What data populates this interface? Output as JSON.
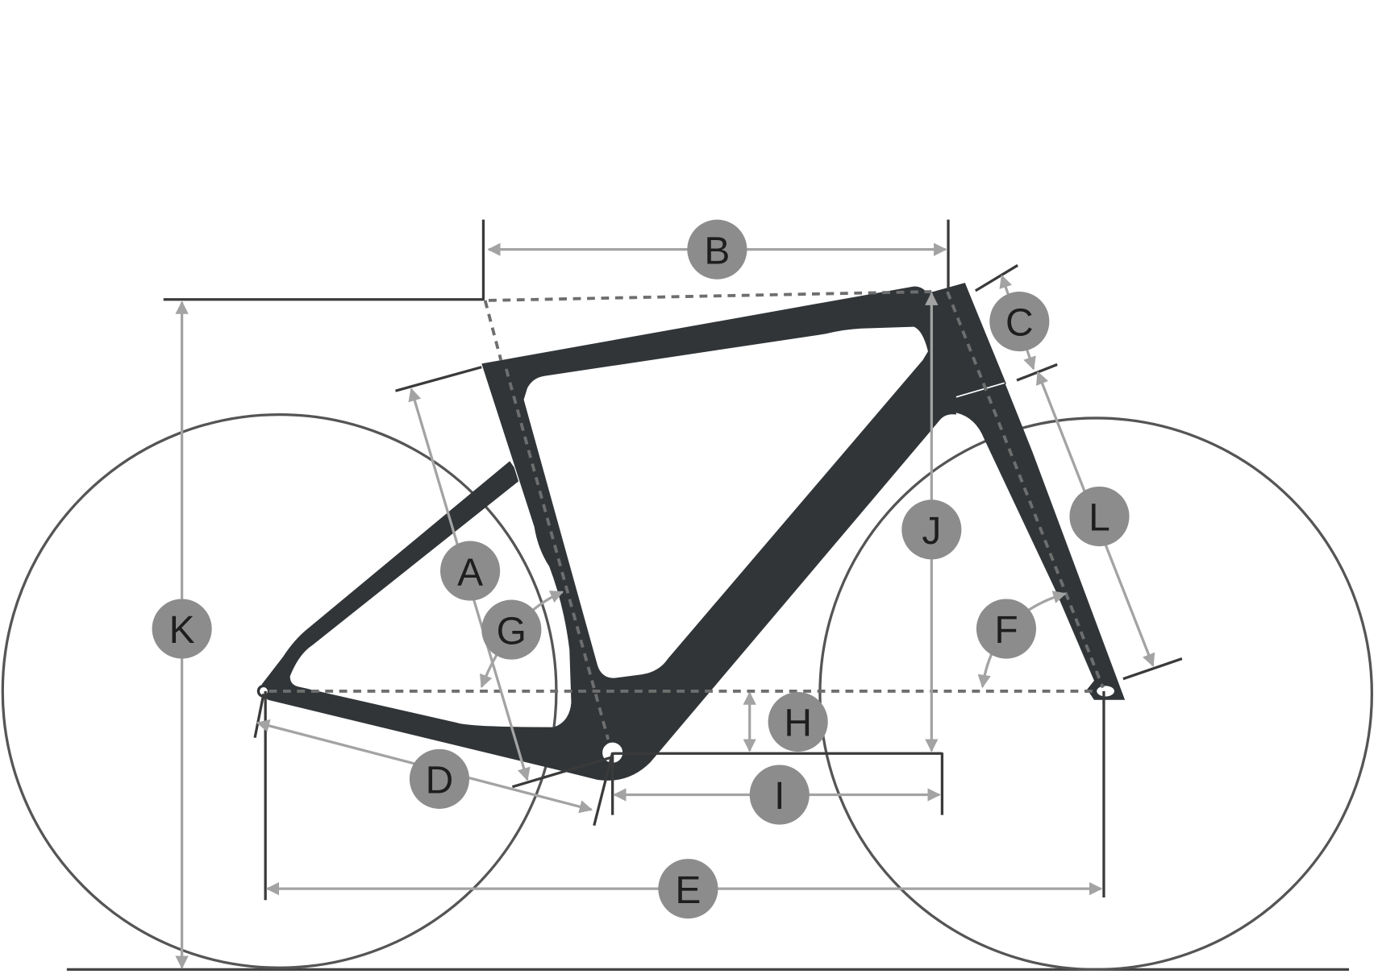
{
  "diagram": {
    "title_visible": false,
    "measurements": [
      {
        "key": "A",
        "label": "A"
      },
      {
        "key": "B",
        "label": "B"
      },
      {
        "key": "C",
        "label": "C"
      },
      {
        "key": "D",
        "label": "D"
      },
      {
        "key": "E",
        "label": "E"
      },
      {
        "key": "F",
        "label": "F"
      },
      {
        "key": "G",
        "label": "G"
      },
      {
        "key": "H",
        "label": "H"
      },
      {
        "key": "I",
        "label": "I"
      },
      {
        "key": "J",
        "label": "J"
      },
      {
        "key": "K",
        "label": "K"
      },
      {
        "key": "L",
        "label": "L"
      }
    ],
    "colors": {
      "frame": "#313538",
      "badge": "#8c8c8c",
      "dimension_line": "#a3a3a3",
      "dashed_axis": "#6e6e6e",
      "wheel": "#555555"
    }
  }
}
